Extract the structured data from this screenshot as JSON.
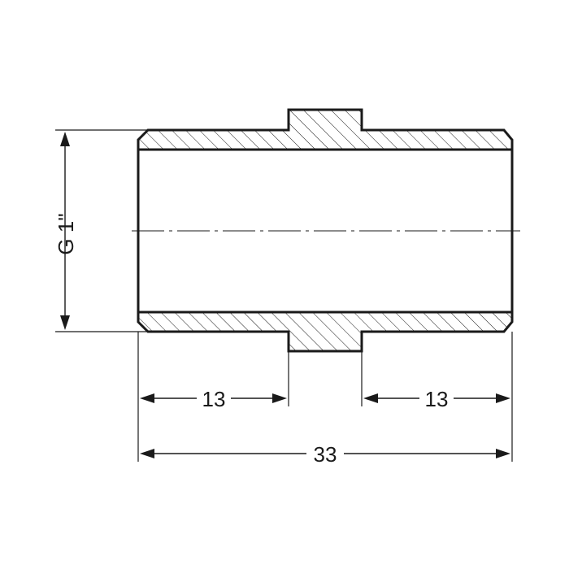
{
  "drawing": {
    "thread_label": "G 1\"",
    "length_left": "13",
    "length_right": "13",
    "length_total": "33"
  }
}
